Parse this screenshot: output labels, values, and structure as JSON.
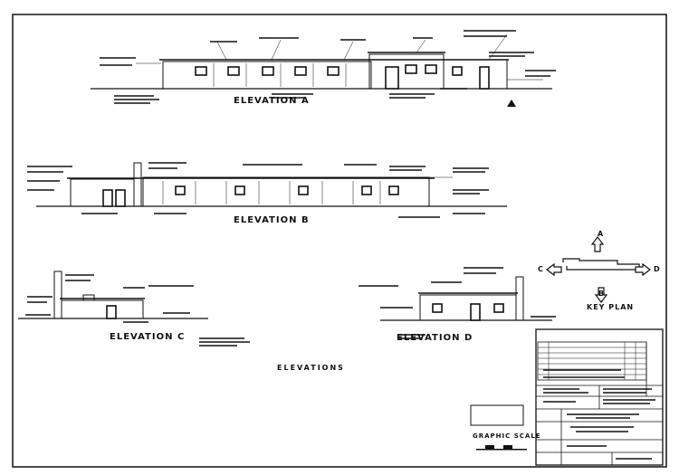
{
  "elevations": {
    "a": {
      "title": "ELEVATION A"
    },
    "b": {
      "title": "ELEVATION B"
    },
    "c": {
      "title": "ELEVATION C"
    },
    "d": {
      "title": "ELEVATION D"
    }
  },
  "sheet_title": "ELEVATIONS",
  "key_plan": {
    "title": "KEY PLAN",
    "arrows": {
      "top": "A",
      "left": "C",
      "right": "D",
      "bottom": "B"
    }
  },
  "graphic_scale": {
    "label": "GRAPHIC SCALE"
  }
}
